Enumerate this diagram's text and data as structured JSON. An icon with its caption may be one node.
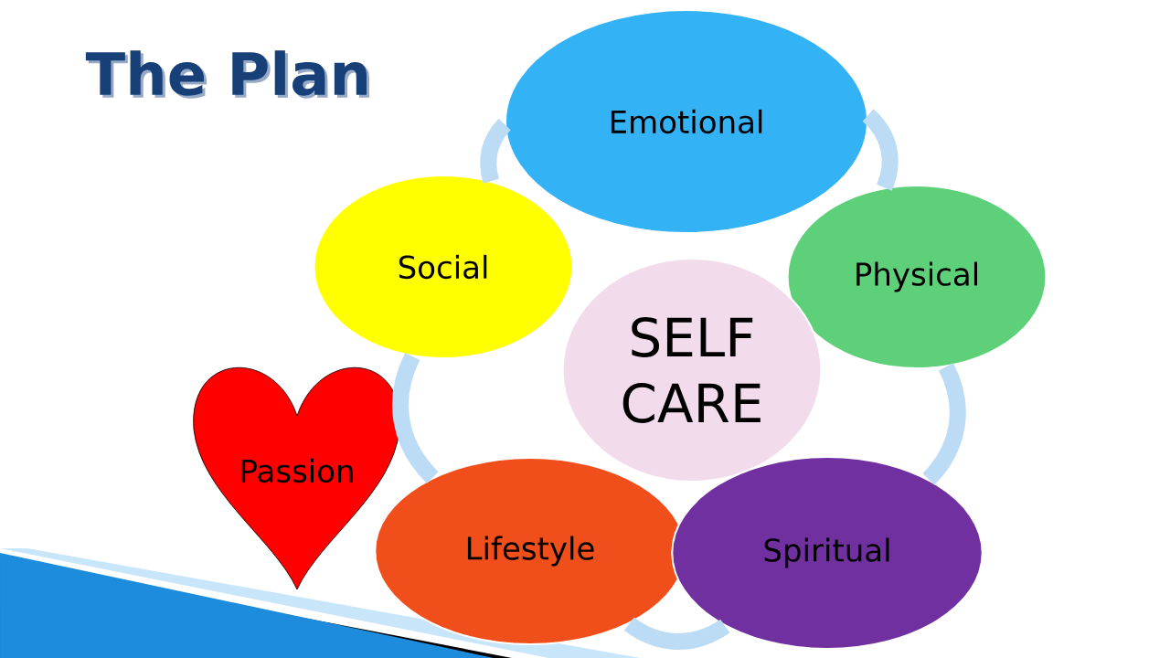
{
  "diagram": {
    "title": "The Plan",
    "nodes": [
      {
        "text": [
          "Emotional"
        ]
      },
      {
        "text": [
          "Social"
        ]
      },
      {
        "text": [
          "Physical"
        ]
      },
      {
        "text": [
          "SELF CARE"
        ]
      },
      {
        "text": [
          "Passion"
        ]
      },
      {
        "text": [
          "Lifestyle"
        ]
      },
      {
        "text": [
          "Spiritual"
        ]
      }
    ],
    "edges": [
      {
        "from": 1,
        "to": 0,
        "arrow": "none"
      },
      {
        "from": 0,
        "to": 2,
        "arrow": "none"
      },
      {
        "from": 2,
        "to": 6,
        "arrow": "none"
      },
      {
        "from": 6,
        "to": 5,
        "arrow": "none"
      },
      {
        "from": 5,
        "to": 1,
        "arrow": "none"
      }
    ]
  }
}
